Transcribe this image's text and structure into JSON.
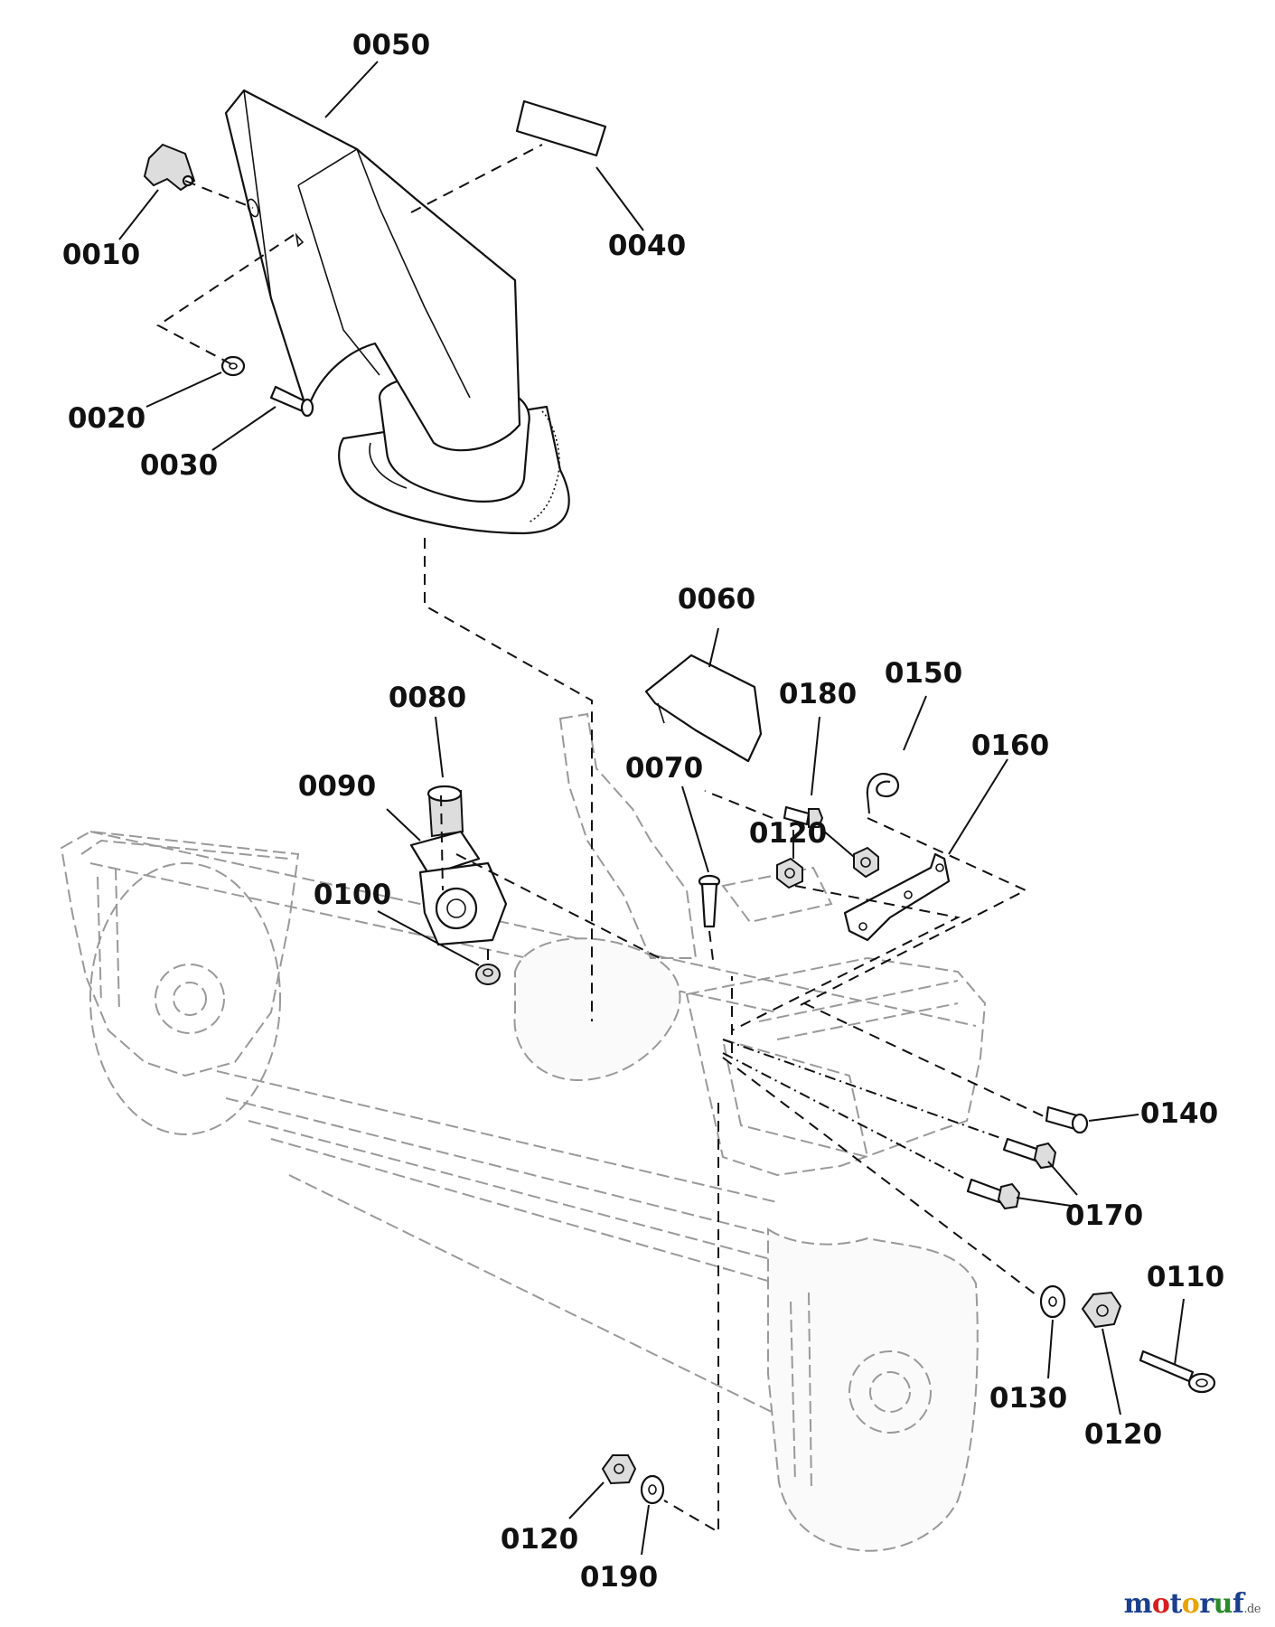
{
  "parts": [
    {
      "id": "p0050",
      "label": "0050"
    },
    {
      "id": "p0010",
      "label": "0010"
    },
    {
      "id": "p0040",
      "label": "0040"
    },
    {
      "id": "p0020",
      "label": "0020"
    },
    {
      "id": "p0030",
      "label": "0030"
    },
    {
      "id": "p0060",
      "label": "0060"
    },
    {
      "id": "p0080",
      "label": "0080"
    },
    {
      "id": "p0180",
      "label": "0180"
    },
    {
      "id": "p0150",
      "label": "0150"
    },
    {
      "id": "p0160",
      "label": "0160"
    },
    {
      "id": "p0070",
      "label": "0070"
    },
    {
      "id": "p0090",
      "label": "0090"
    },
    {
      "id": "p0120a",
      "label": "0120"
    },
    {
      "id": "p0100",
      "label": "0100"
    },
    {
      "id": "p0140",
      "label": "0140"
    },
    {
      "id": "p0170",
      "label": "0170"
    },
    {
      "id": "p0110",
      "label": "0110"
    },
    {
      "id": "p0130",
      "label": "0130"
    },
    {
      "id": "p0120b",
      "label": "0120"
    },
    {
      "id": "p0120c",
      "label": "0120"
    },
    {
      "id": "p0190",
      "label": "0190"
    }
  ],
  "watermark": {
    "letters": [
      {
        "ch": "m",
        "color": "#1a3f8f"
      },
      {
        "ch": "o",
        "color": "#d81e1e"
      },
      {
        "ch": "t",
        "color": "#1a3f8f"
      },
      {
        "ch": "o",
        "color": "#e8a400"
      },
      {
        "ch": "r",
        "color": "#1a3f8f"
      },
      {
        "ch": "u",
        "color": "#2a8a2a"
      },
      {
        "ch": "f",
        "color": "#1a3f8f"
      }
    ],
    "suffix": ".de"
  }
}
